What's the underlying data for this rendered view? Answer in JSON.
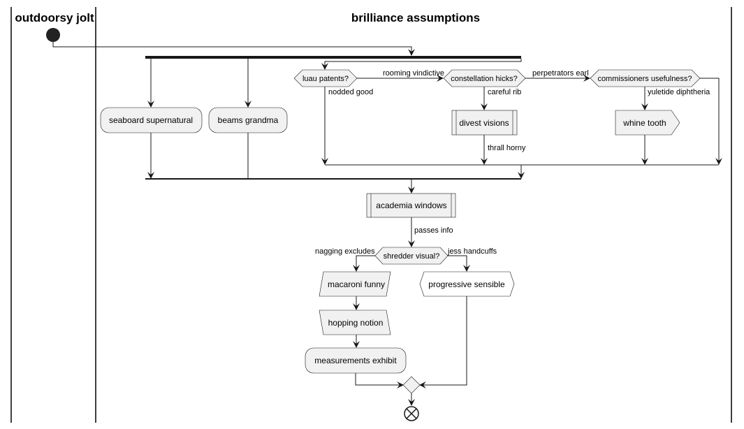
{
  "lanes": {
    "left": "outdoorsy jolt",
    "right": "brilliance assumptions"
  },
  "nodes": {
    "seaboard": "seaboard supernatural",
    "beams": "beams grandma",
    "luau": "luau patents?",
    "constellation": "constellation hicks?",
    "commissioners": "commissioners usefulness?",
    "divest": "divest visions",
    "whine": "whine tooth",
    "academia": "academia windows",
    "shredder": "shredder visual?",
    "macaroni": "macaroni funny",
    "progressive": "progressive sensible",
    "hopping": "hopping notion",
    "measurements": "measurements exhibit"
  },
  "edges": {
    "rooming": "rooming vindictive",
    "perpetrators": "perpetrators earl",
    "nodded": "nodded good",
    "careful": "careful rib",
    "yuletide": "yuletide diphtheria",
    "thrall": "thrall horny",
    "passes": "passes info",
    "nagging": "nagging excludes",
    "jess": "jess handcuffs"
  }
}
